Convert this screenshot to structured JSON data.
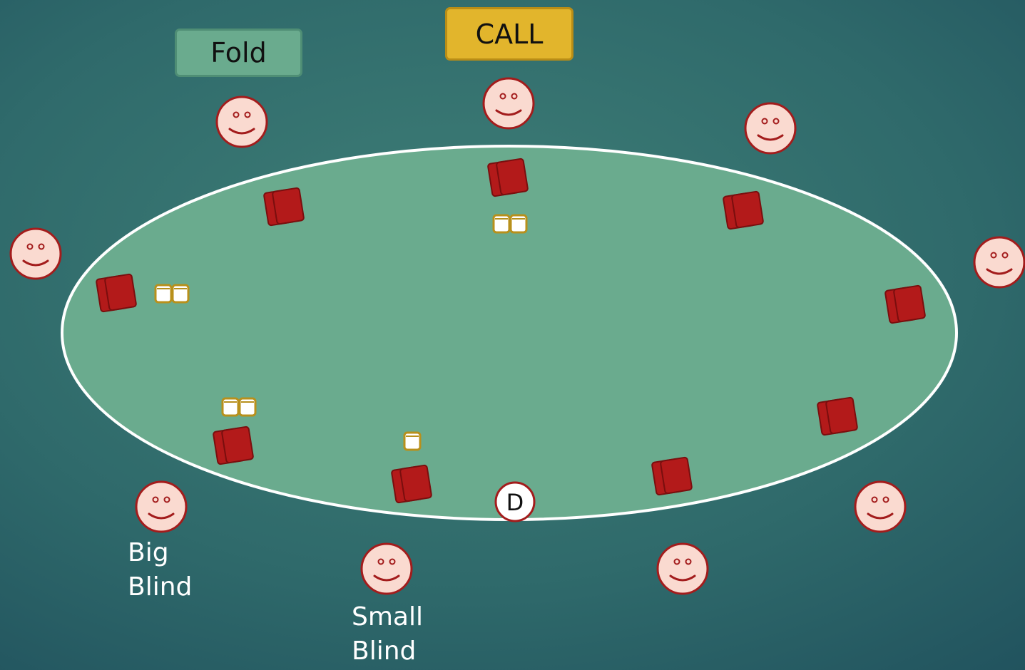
{
  "colors": {
    "table_felt": "#6aab8e",
    "table_rail": "#ffffff",
    "face_fill": "#fadad0",
    "face_stroke": "#a31c1c",
    "card_fill": "#b31a1a",
    "card_stroke": "#7a0e0e",
    "chip_fill": "#ffffff",
    "chip_stroke": "#b8901c",
    "fold_button": "#6aab8e",
    "call_button": "#e2b52c"
  },
  "buttons": {
    "fold_label": "Fold",
    "call_label": "CALL"
  },
  "dealer_button": {
    "label": "D"
  },
  "labels": {
    "big_blind": [
      "Big",
      "Blind"
    ],
    "small_blind": [
      "Small",
      "Blind"
    ]
  },
  "players": [
    {
      "id": "top-left",
      "folded": false,
      "chips": 0
    },
    {
      "id": "top-center",
      "folded": false,
      "chips": 2
    },
    {
      "id": "top-right",
      "folded": false,
      "chips": 0
    },
    {
      "id": "left",
      "folded": false,
      "chips": 2
    },
    {
      "id": "right",
      "folded": false,
      "chips": 0
    },
    {
      "id": "lower-right",
      "folded": false,
      "chips": 0
    },
    {
      "id": "bottom-right",
      "folded": false,
      "chips": 0
    },
    {
      "id": "small-blind",
      "folded": false,
      "chips": 1
    },
    {
      "id": "big-blind",
      "folded": false,
      "chips": 2
    }
  ]
}
